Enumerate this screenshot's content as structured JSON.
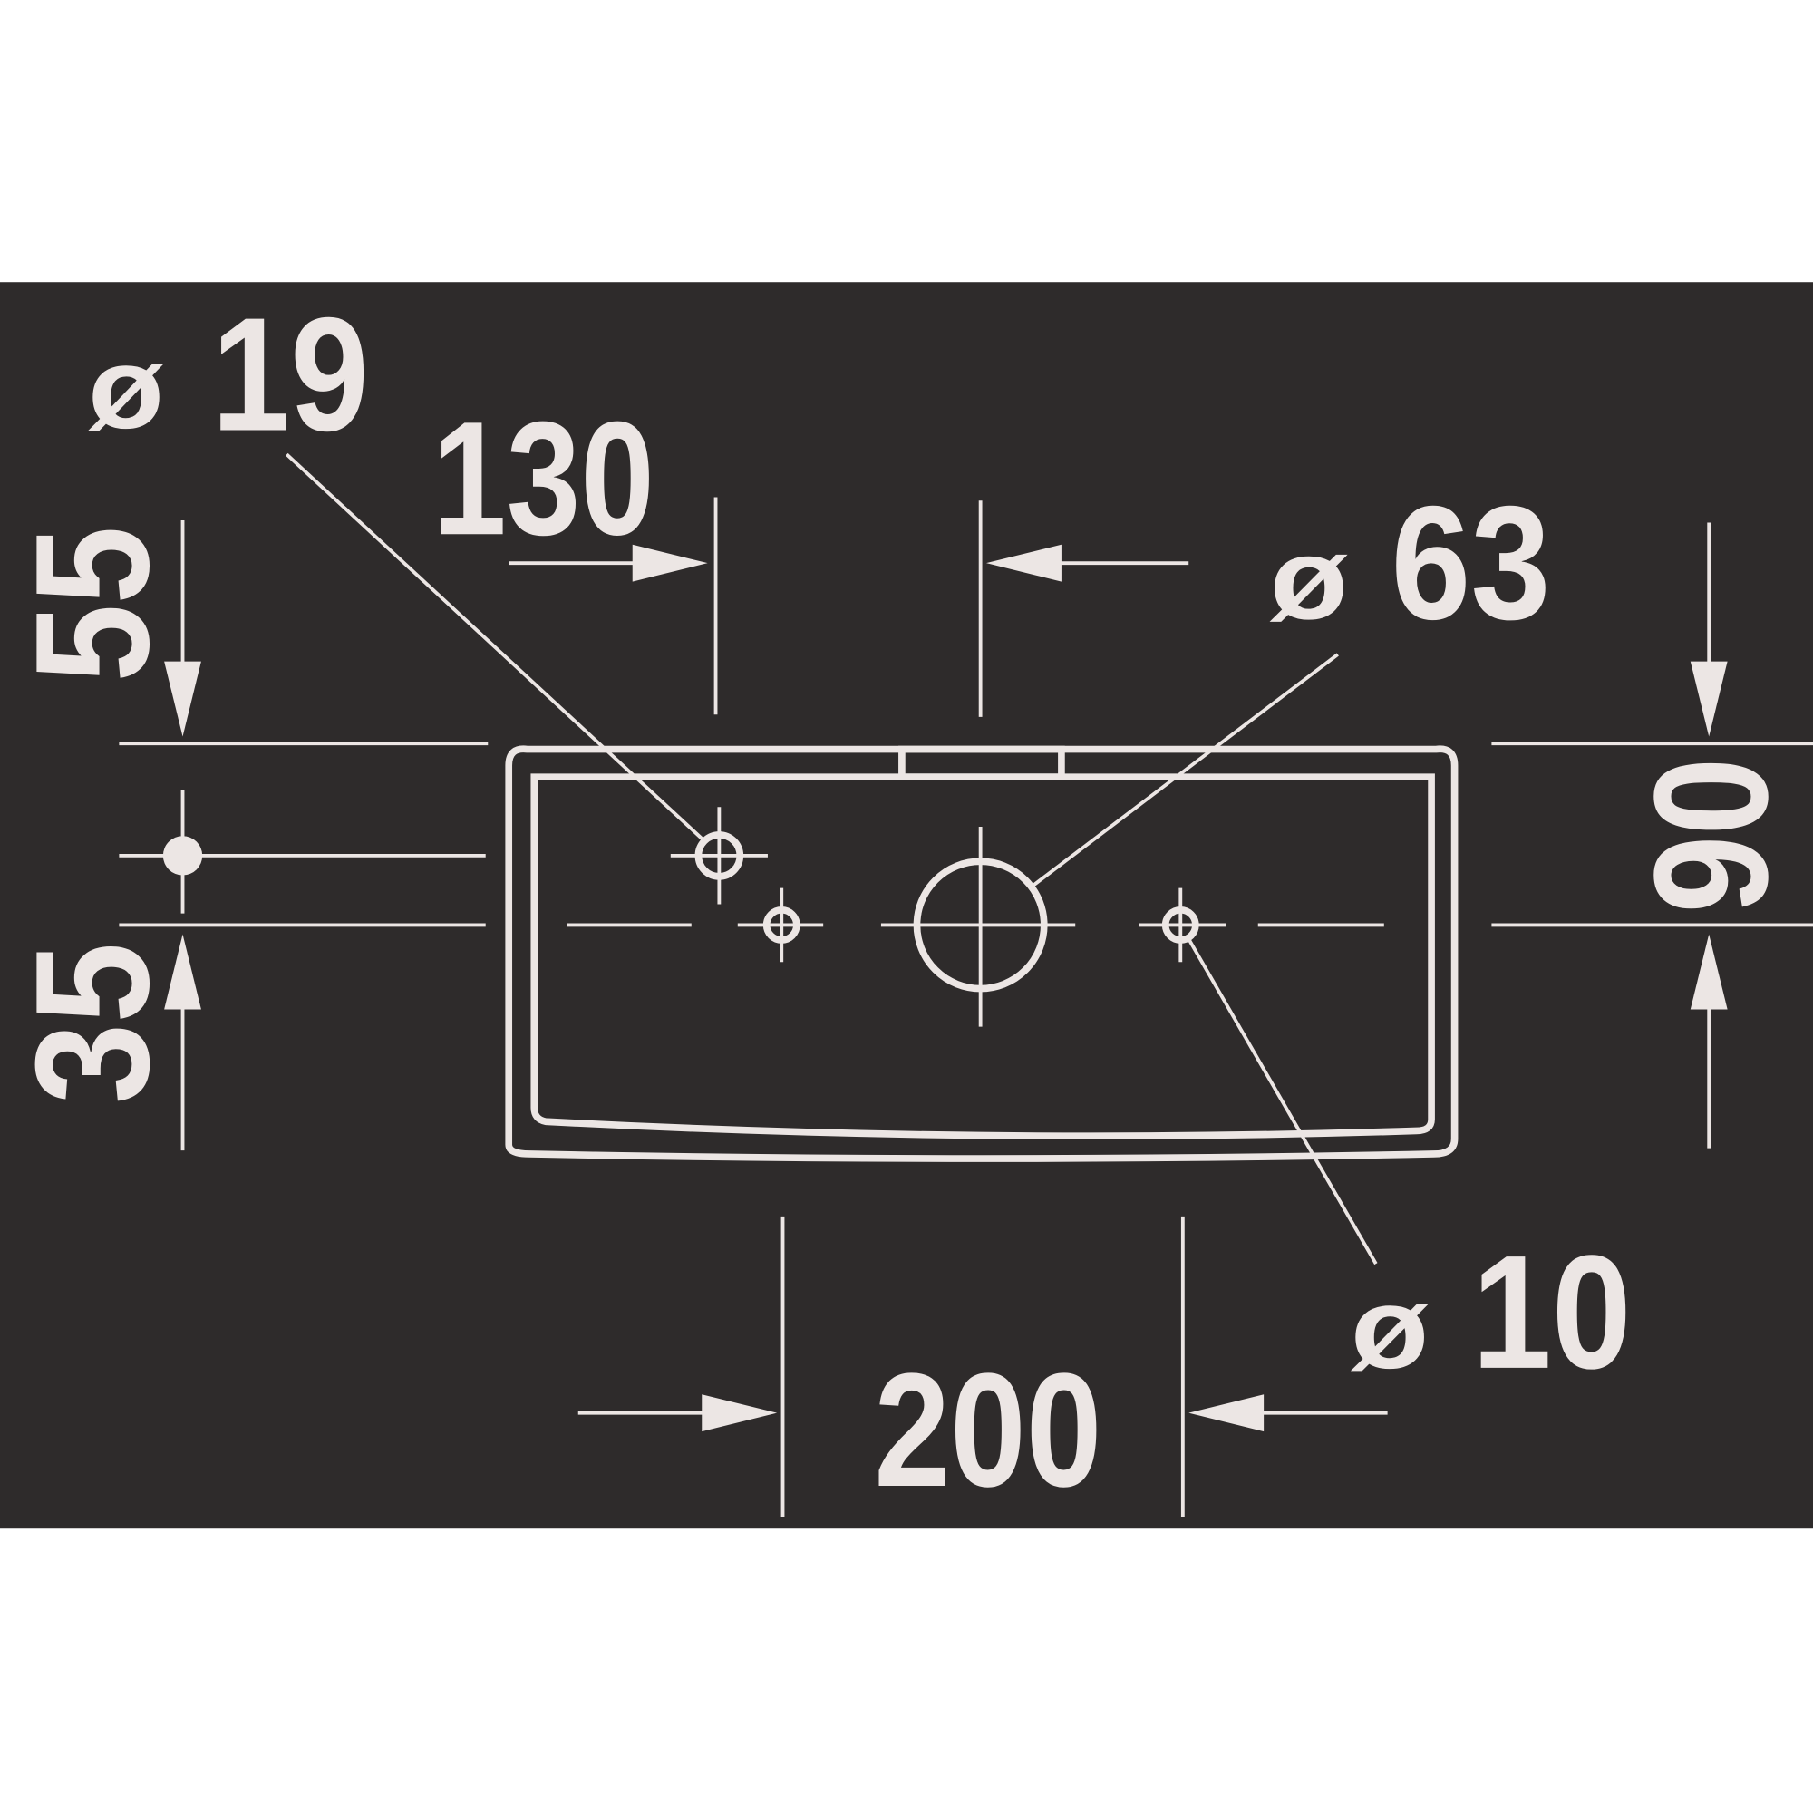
{
  "colors": {
    "background": "#ffffff",
    "panel": "#2e2b2b",
    "line": "#ece6e4"
  },
  "dimensions": {
    "d19": {
      "symbol": "ø",
      "value": "19"
    },
    "d63": {
      "symbol": "ø",
      "value": "63"
    },
    "d10": {
      "symbol": "ø",
      "value": "10"
    },
    "w130": "130",
    "w200": "200",
    "h55": "55",
    "h35": "35",
    "h90": "90"
  }
}
